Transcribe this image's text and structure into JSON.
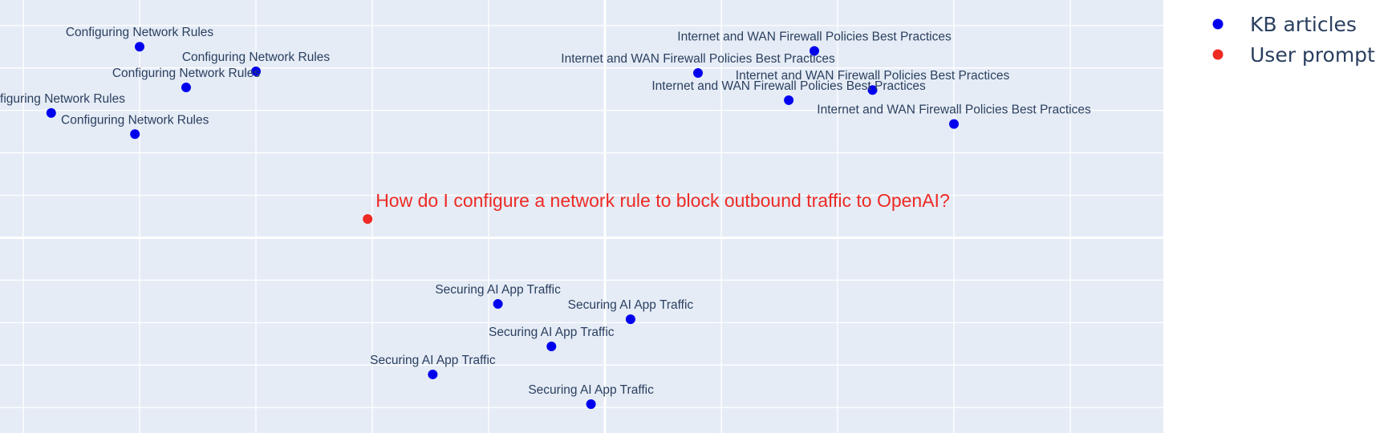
{
  "chart_data": {
    "type": "scatter",
    "title": "",
    "xlabel": "",
    "ylabel": "",
    "xlim": [
      -2.6,
      2.4
    ],
    "ylim": [
      -2.3,
      2.8
    ],
    "grid": true,
    "zero_lines": true,
    "legend_position": "top-right outside plot",
    "series": [
      {
        "name": "KB articles",
        "color": "#0000ee",
        "marker": "circle",
        "points": [
          {
            "x": -2.0,
            "y": 2.25,
            "label": "Configuring Network Rules"
          },
          {
            "x": -1.5,
            "y": 1.96,
            "label": "Configuring Network Rules"
          },
          {
            "x": -1.8,
            "y": 1.77,
            "label": "Configuring Network Rules"
          },
          {
            "x": -2.38,
            "y": 1.47,
            "label": "Configuring Network Rules"
          },
          {
            "x": -2.02,
            "y": 1.22,
            "label": "Configuring Network Rules"
          },
          {
            "x": 0.4,
            "y": 1.94,
            "label": "Internet and WAN Firewall Policies Best Practices"
          },
          {
            "x": 0.9,
            "y": 2.2,
            "label": "Internet and WAN Firewall Policies Best Practices"
          },
          {
            "x": 1.15,
            "y": 1.74,
            "label": "Internet and WAN Firewall Policies Best Practices"
          },
          {
            "x": 0.79,
            "y": 1.62,
            "label": "Internet and WAN Firewall Policies Best Practices"
          },
          {
            "x": 1.5,
            "y": 1.34,
            "label": "Internet and WAN Firewall Policies Best Practices"
          },
          {
            "x": -0.46,
            "y": -0.78,
            "label": "Securing AI App Traffic"
          },
          {
            "x": 0.11,
            "y": -0.96,
            "label": "Securing AI App Traffic"
          },
          {
            "x": -0.23,
            "y": -1.28,
            "label": "Securing AI App Traffic"
          },
          {
            "x": -0.74,
            "y": -1.61,
            "label": "Securing AI App Traffic"
          },
          {
            "x": -0.06,
            "y": -1.96,
            "label": "Securing AI App Traffic"
          }
        ]
      },
      {
        "name": "User prompt",
        "color": "#ee2a24",
        "marker": "circle",
        "points": [
          {
            "x": -1.02,
            "y": 0.22,
            "label": "How do I configure a network rule to block outbound traffic to OpenAI?"
          }
        ]
      }
    ]
  }
}
